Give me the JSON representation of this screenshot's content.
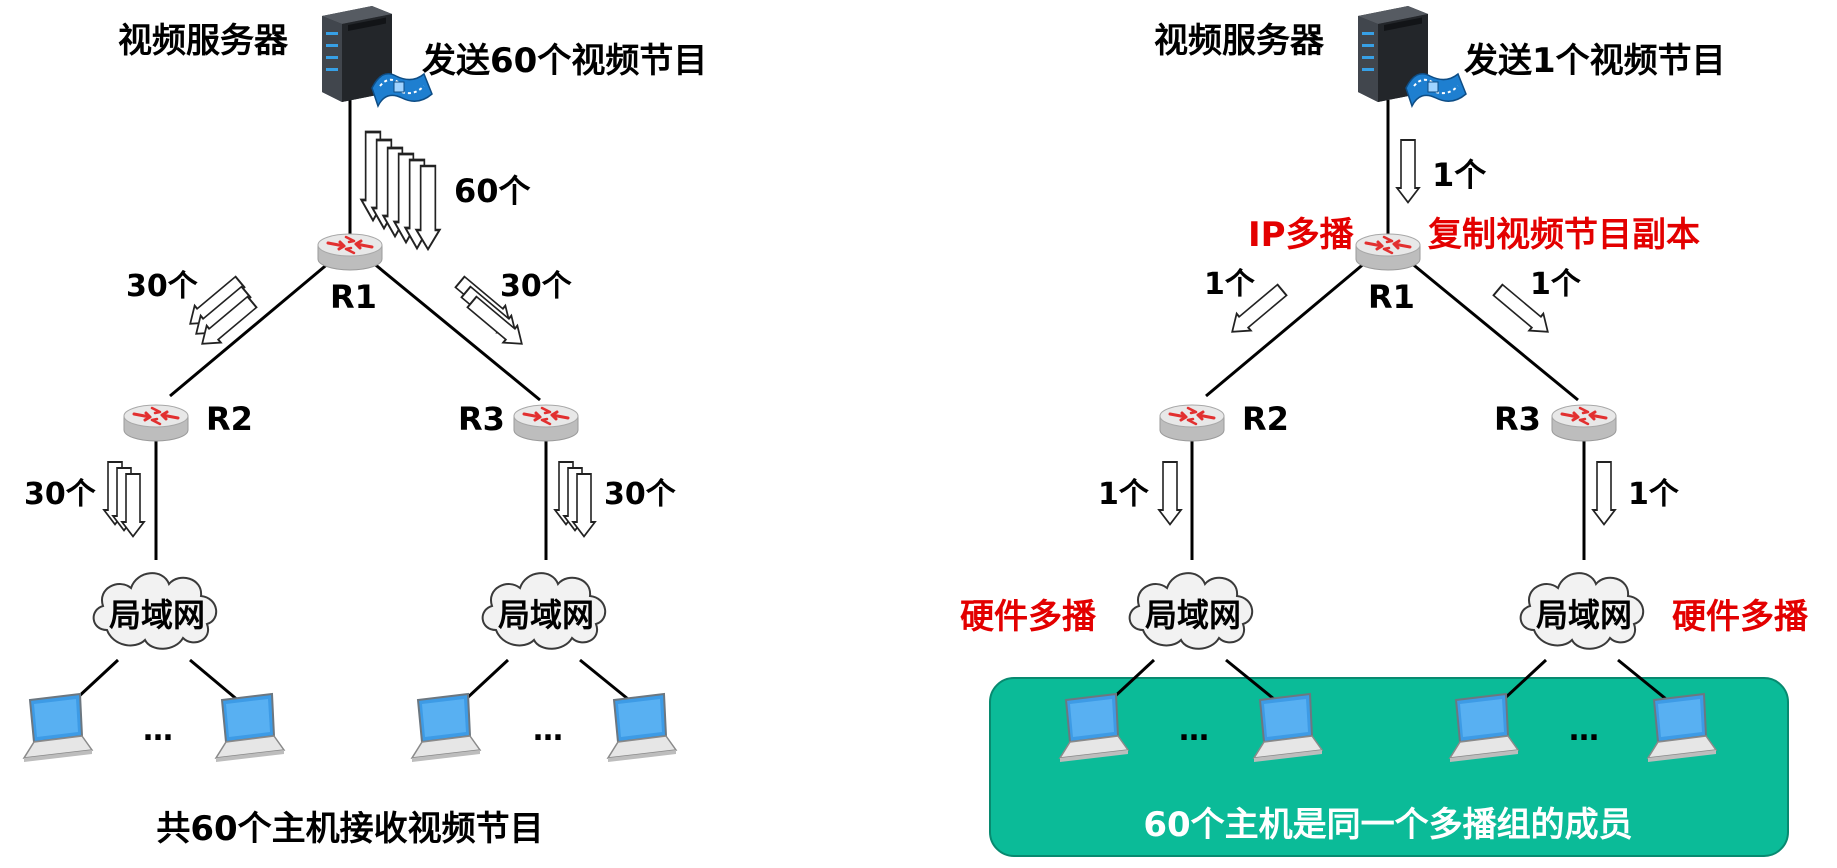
{
  "left": {
    "server_label": "视频服务器",
    "send_label": "发送60个视频节目",
    "top_count": "60个",
    "r1_label": "R1",
    "r2_label": "R2",
    "r3_label": "R3",
    "r1_r2_count": "30个",
    "r1_r3_count": "30个",
    "r2_lan_count": "30个",
    "r3_lan_count": "30个",
    "lan1_label": "局域网",
    "lan2_label": "局域网",
    "ellipsis1": "…",
    "ellipsis2": "…",
    "caption": "共60个主机接收视频节目"
  },
  "right": {
    "server_label": "视频服务器",
    "send_label": "发送1个视频节目",
    "top_count": "1个",
    "multicast_label": "IP多播",
    "copy_label": "复制视频节目副本",
    "r1_label": "R1",
    "r2_label": "R2",
    "r3_label": "R3",
    "r1_r2_count": "1个",
    "r1_r3_count": "1个",
    "r2_lan_count": "1个",
    "r3_lan_count": "1个",
    "lan1_label": "局域网",
    "lan2_label": "局域网",
    "hw_left_label": "硬件多播",
    "hw_right_label": "硬件多播",
    "ellipsis1": "…",
    "ellipsis2": "…",
    "group_label": "60个主机是同一个多播组的成员"
  },
  "colors": {
    "highlight_red": "#e30000",
    "group_fill": "#0bbb98",
    "group_border": "#078a70",
    "router_body": "#e2e2e2",
    "router_arrow": "#e23030",
    "server_body": "#3a3e44",
    "server_led": "#37a0e6",
    "laptop_screen": "#3d9be6"
  },
  "icons": {
    "server": "server-icon",
    "film": "film-strip-icon",
    "router": "router-icon",
    "cloud": "cloud-icon",
    "laptop": "laptop-icon",
    "packet": "packet-arrow-icon"
  }
}
